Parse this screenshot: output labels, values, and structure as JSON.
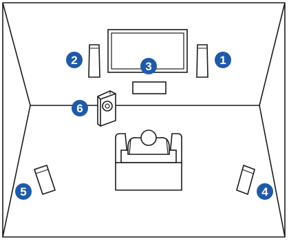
{
  "colors": {
    "line": "#1a1a1a",
    "badge": "#1f5aa8",
    "badge_text": "#ffffff",
    "speaker_fill": "#ffffff",
    "screen_fill": "#ffffff"
  },
  "badges": {
    "front_right": "1",
    "front_left": "2",
    "center": "3",
    "surround_right": "4",
    "surround_left": "5",
    "subwoofer": "6"
  },
  "items": {
    "tv": "tv-icon",
    "front_left_speaker": "tower-speaker-icon",
    "front_right_speaker": "tower-speaker-icon",
    "center_speaker": "center-speaker-icon",
    "subwoofer": "subwoofer-icon",
    "listener": "person-on-sofa-icon",
    "surround_left_speaker": "surround-speaker-icon",
    "surround_right_speaker": "surround-speaker-icon"
  }
}
